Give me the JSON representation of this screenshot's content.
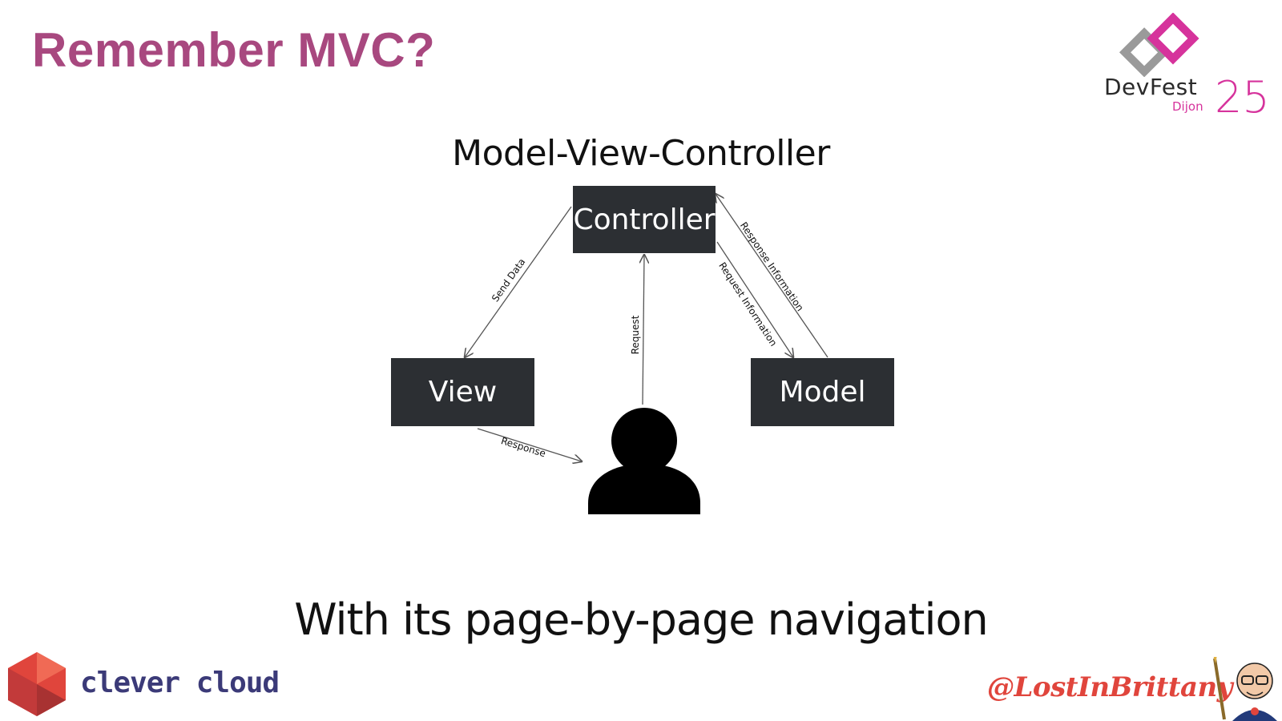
{
  "slide": {
    "title": "Remember MVC?",
    "subtitle": "With its page-by-page navigation"
  },
  "diagram": {
    "title": "Model-View-Controller",
    "nodes": {
      "controller": "Controller",
      "view": "View",
      "model": "Model"
    },
    "actor_icon": "user-silhouette-icon",
    "edges": {
      "send_data": "Send Data",
      "request": "Request",
      "request_information": "Request Information",
      "response_information": "Response Information",
      "response": "Response"
    }
  },
  "logos": {
    "devfest": {
      "name": "DevFest",
      "city": "Dijon",
      "year": "25"
    },
    "sponsor": {
      "name": "clever cloud"
    },
    "handle": "@LostInBrittany"
  },
  "colors": {
    "title": "#a8487f",
    "node_fill": "#2c2f33",
    "edge": "#555555",
    "devfest_pink": "#d6339c",
    "devfest_gray": "#9a9a9a",
    "clever_text": "#3b3a78",
    "clever_red": "#e0453c",
    "handle": "#e0453c"
  }
}
